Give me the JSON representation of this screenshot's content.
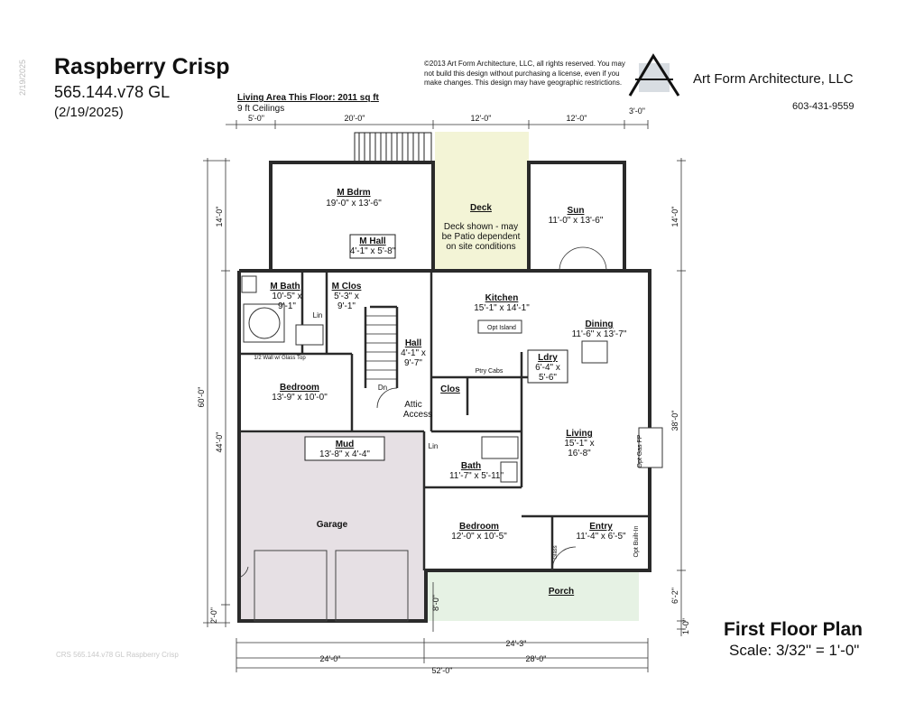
{
  "header": {
    "title": "Raspberry Crisp",
    "plan_code": "565.144.v78 GL",
    "date": "(2/19/2025)",
    "vertical_date": "2/19/2025",
    "copyright": "©2013 Art Form Architecture, LLC, all rights reserved. You may not build this design without purchasing a license, even if you make changes. This design may have geographic restrictions.",
    "firm_name": "Art Form Architecture, LLC",
    "phone": "603-431-9559",
    "living_area": "Living Area This Floor: 2011 sq ft",
    "ceilings": "9 ft Ceilings"
  },
  "footer": {
    "plan_title": "First Floor Plan",
    "scale": "Scale: 3/32\" = 1'-0\"",
    "ghost_text": "CRS 565.144.v78 GL Raspberry Crisp"
  },
  "rooms": {
    "m_bdrm": {
      "name": "M Bdrm",
      "dims": "19'-0\" x 13'-6\""
    },
    "m_hall": {
      "name": "M Hall",
      "dims": "4'-1\" x 5'-8\""
    },
    "deck": {
      "name": "Deck",
      "note1": "Deck shown - may",
      "note2": "be Patio dependent",
      "note3": "on site conditions"
    },
    "sun": {
      "name": "Sun",
      "dims": "11'-0\" x 13'-6\""
    },
    "m_bath": {
      "name": "M Bath",
      "dims1": "10'-5\" x",
      "dims2": "9'-1\""
    },
    "m_clos": {
      "name": "M Clos",
      "dims1": "5'-3\" x",
      "dims2": "9'-1\""
    },
    "kitchen": {
      "name": "Kitchen",
      "dims": "15'-1\" x 14'-1\"",
      "island": "Opt Island"
    },
    "dining": {
      "name": "Dining",
      "dims": "11'-6\" x 13'-7\""
    },
    "hall": {
      "name": "Hall",
      "dims1": "4'-1\" x",
      "dims2": "9'-7\""
    },
    "ldry": {
      "name": "Ldry",
      "dims1": "6'-4\" x",
      "dims2": "5'-6\""
    },
    "bedroom2": {
      "name": "Bedroom",
      "dims": "13'-9\" x 10'-0\""
    },
    "clos": {
      "name": "Clos"
    },
    "living": {
      "name": "Living",
      "dims1": "15'-1\" x",
      "dims2": "16'-8\""
    },
    "mud": {
      "name": "Mud",
      "dims": "13'-8\" x 4'-4\""
    },
    "bath": {
      "name": "Bath",
      "dims": "11'-7\" x 5'-11\""
    },
    "garage": {
      "name": "Garage"
    },
    "bedroom3": {
      "name": "Bedroom",
      "dims": "12'-0\" x 10'-5\""
    },
    "entry": {
      "name": "Entry",
      "dims": "11'-4\" x 6'-5\""
    },
    "porch": {
      "name": "Porch"
    }
  },
  "labels": {
    "lin1": "Lin",
    "lin2": "Lin",
    "half_wall": "1/2 Wall w/ Glass Top",
    "dn": "Dn",
    "attic1": "Attic",
    "attic2": "Access",
    "ptry": "Ptry Cabs",
    "opt_gas_fp": "Opt Gas FP",
    "opt_built_in": "Opt Built-In",
    "glass": "Glass"
  },
  "dimensions": {
    "top_5": "5'-0\"",
    "top_20": "20'-0\"",
    "top_12a": "12'-0\"",
    "top_12b": "12'-0\"",
    "top_3": "3'-0\"",
    "left_14": "14'-0\"",
    "left_60": "60'-0\"",
    "left_44": "44'-0\"",
    "left_2": "2'-0\"",
    "right_14": "14'-0\"",
    "right_38": "38'-0\"",
    "right_6_2": "6'-2\"",
    "right_1": "1'-0\"",
    "porch_8": "8'-0\"",
    "porch_24_3": "24'-3\"",
    "bottom_24": "24'-0\"",
    "bottom_28": "28'-0\"",
    "bottom_52": "52'-0\""
  },
  "colors": {
    "wall": "#2a2a2a",
    "garage_fill": "#e6e0e4",
    "deck_fill": "#f3f4d6",
    "porch_fill": "#e6f2e4"
  }
}
